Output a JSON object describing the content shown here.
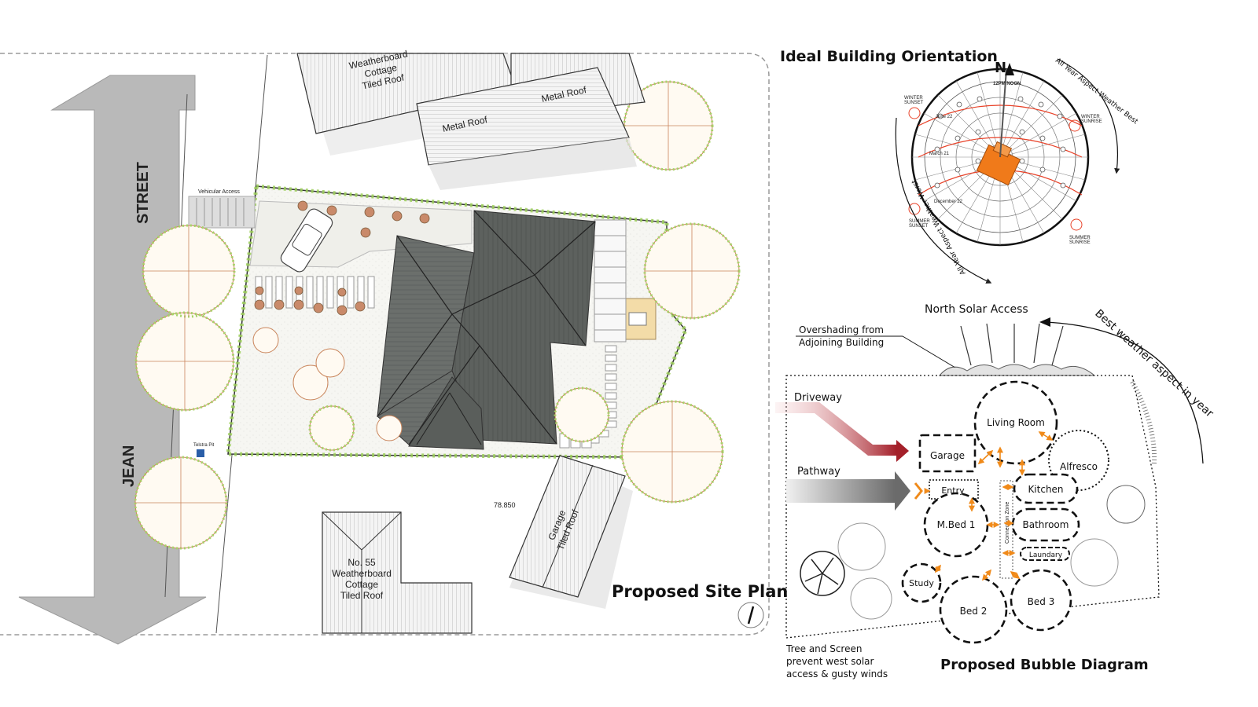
{
  "site_plan": {
    "title": "Proposed Site Plan",
    "street_names": [
      "JEAN",
      "STREET"
    ],
    "vehicular_access": "Vehicular Access",
    "telstra_pit": "Telstra Pit",
    "level": "78.850",
    "buildings": {
      "north_cottage": [
        "Weatherboard",
        "Cottage",
        "Tiled Roof"
      ],
      "metal_roof_1": "Metal Roof",
      "metal_roof_2": "Metal Roof",
      "garage": [
        "Garage",
        "Tiled Roof"
      ],
      "no55": [
        "No. 55",
        "Weatherboard",
        "Cottage",
        "Tiled Roof"
      ]
    }
  },
  "orientation": {
    "title": "Ideal Building Orientation",
    "north": "N",
    "noon": "12PM  NOON",
    "aspect_best": "All Year Aspect Weather Best",
    "aspect_worst": "All Year Aspect Weather Worst",
    "winter_sunset": [
      "WINTER",
      "SUNSET"
    ],
    "winter_sunrise": [
      "WINTER",
      "SUNRISE"
    ],
    "summer_sunset": [
      "SUMMER",
      "SUNSET"
    ],
    "summer_sunrise": [
      "SUMMER",
      "SUNRISE"
    ],
    "june": "June 22",
    "march": "March 21",
    "december": "December 22",
    "colors": {
      "sun_path": "#e8432a",
      "building": "#f07a1a"
    }
  },
  "bubble": {
    "title": "Proposed Bubble Diagram",
    "north_solar": "North Solar Access",
    "best_weather": "Best weather aspect in year",
    "overshading": [
      "Overshading from",
      "Adjoining Building"
    ],
    "driveway": "Driveway",
    "pathway": "Pathway",
    "connection_zone": "Connection Zone",
    "tree_note": [
      "Tree and Screen",
      "prevent west solar",
      "access & gusty winds"
    ],
    "rooms": {
      "living": "Living Room",
      "alfresco": "Alfresco",
      "garage": "Garage",
      "entry": "Entry",
      "kitchen": "Kitchen",
      "mbed": "M.Bed 1",
      "bathroom": "Bathroom",
      "laundry": "Laundary",
      "study": "Study",
      "bed2": "Bed 2",
      "bed3": "Bed 3"
    },
    "colors": {
      "arrow": "#f08a1a",
      "driveway": "#b02a30",
      "pathway": "#8a8a8a"
    }
  }
}
